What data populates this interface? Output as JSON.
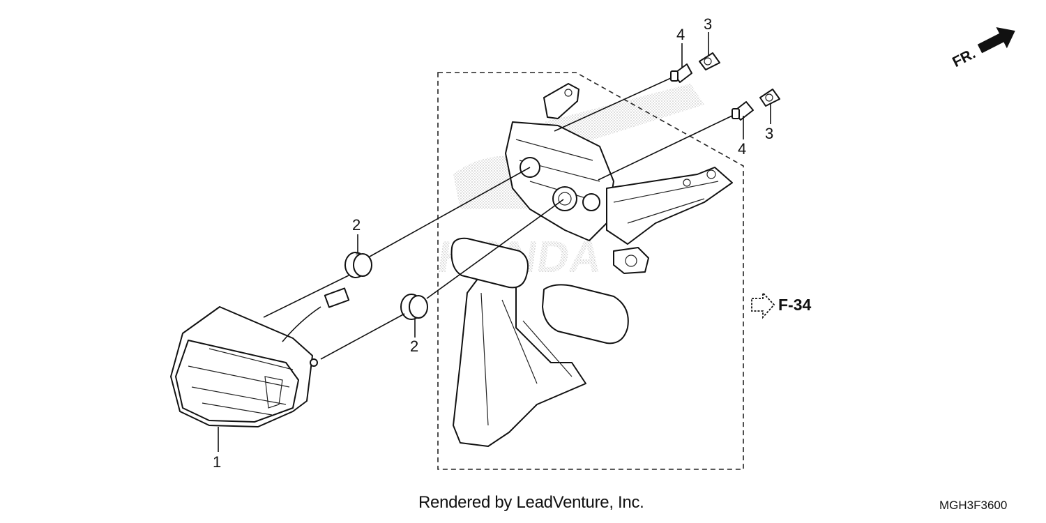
{
  "diagram": {
    "callouts": {
      "part_1": "1",
      "part_2_upper": "2",
      "part_2_lower": "2",
      "part_3_upper": "3",
      "part_3_lower": "3",
      "part_4_upper": "4",
      "part_4_lower": "4"
    },
    "reference_label": "F-34",
    "direction_label": "FR.",
    "watermark_text": "HONDA"
  },
  "footer": {
    "credit": "Rendered by LeadVenture, Inc.",
    "diagram_code": "MGH3F3600"
  }
}
